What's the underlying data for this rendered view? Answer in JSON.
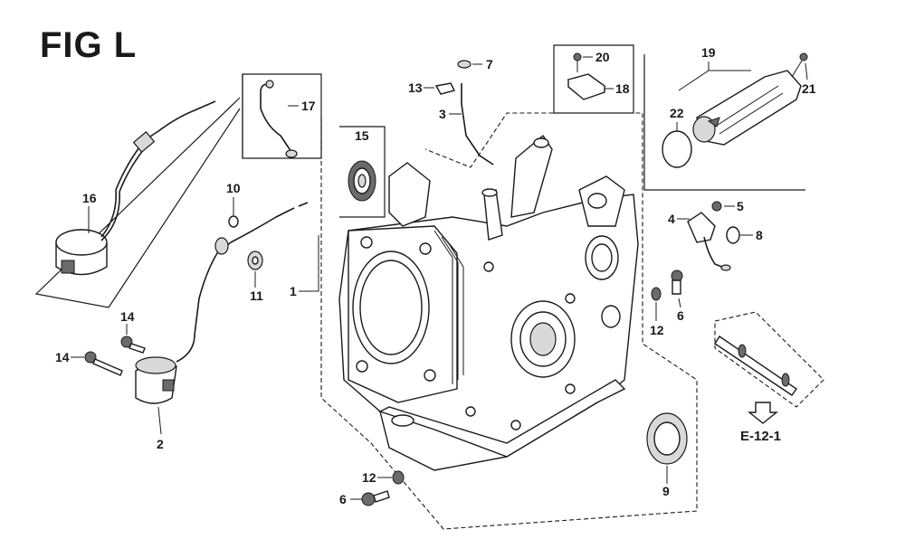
{
  "figure": {
    "title": "FIG L"
  },
  "callouts": [
    "1",
    "2",
    "3",
    "4",
    "5",
    "6",
    "6",
    "7",
    "8",
    "9",
    "10",
    "11",
    "12",
    "12",
    "13",
    "14",
    "14",
    "15",
    "16",
    "17",
    "18",
    "19",
    "20",
    "21",
    "22"
  ],
  "reference": {
    "label": "E-12-1"
  }
}
